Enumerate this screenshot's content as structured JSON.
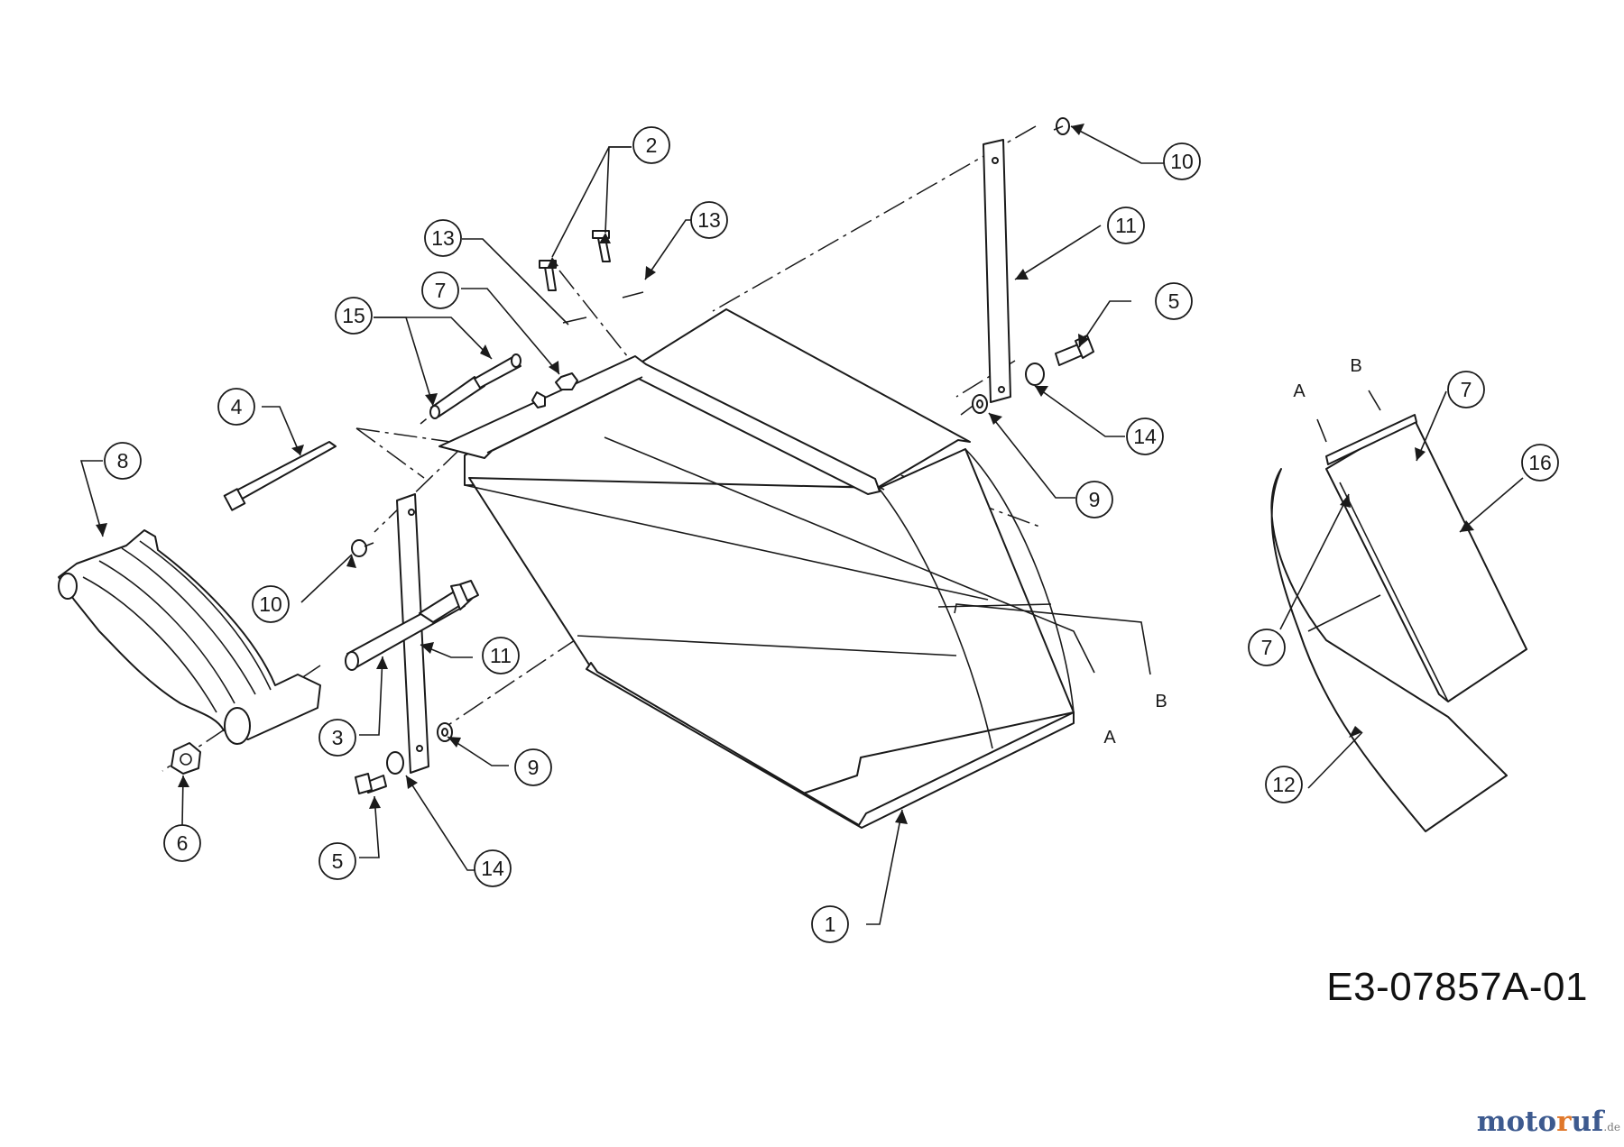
{
  "callouts": [
    "1",
    "2",
    "3",
    "4",
    "5",
    "5",
    "6",
    "7",
    "7",
    "7",
    "8",
    "9",
    "9",
    "10",
    "10",
    "11",
    "11",
    "12",
    "13",
    "13",
    "14",
    "14",
    "15",
    "16"
  ],
  "section_labels": {
    "a": "A",
    "b": "B"
  },
  "drawing_code": "E3-07857A-01",
  "watermark": {
    "main": "moto",
    "accent": "r",
    "tail": "uf",
    "tld": ".de"
  }
}
